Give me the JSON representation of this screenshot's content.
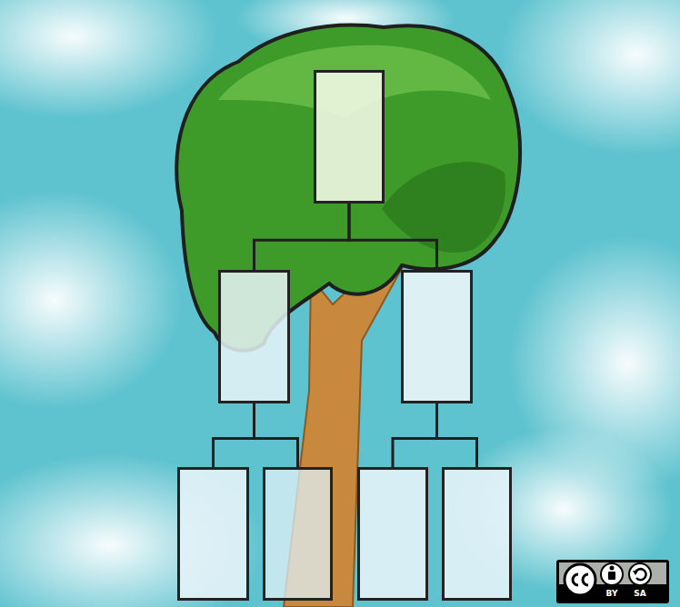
{
  "diagram": {
    "nodes": [
      {
        "text": []
      },
      {
        "text": []
      },
      {
        "text": []
      },
      {
        "text": []
      },
      {
        "text": []
      },
      {
        "text": []
      },
      {
        "text": []
      }
    ],
    "edges": [
      {
        "from": 0,
        "to": 1,
        "arrow": "none"
      },
      {
        "from": 0,
        "to": 2,
        "arrow": "none"
      },
      {
        "from": 1,
        "to": 3,
        "arrow": "none"
      },
      {
        "from": 1,
        "to": 4,
        "arrow": "none"
      },
      {
        "from": 2,
        "to": 5,
        "arrow": "none"
      },
      {
        "from": 2,
        "to": 6,
        "arrow": "none"
      }
    ],
    "labels": [
      "BY",
      "SA"
    ]
  }
}
